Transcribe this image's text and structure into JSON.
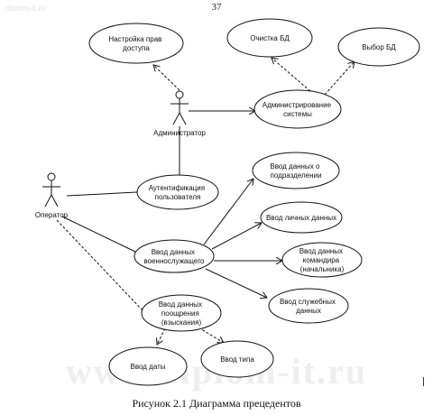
{
  "page_number": "37",
  "watermark_small": "diplom-it.ru",
  "watermark_large": "www.diplom-it.ru",
  "caption": "Рисунок 2.1 Диаграмма прецедентов",
  "actors": {
    "admin": "Администратор",
    "operator": "Оператор"
  },
  "use_cases": {
    "access_settings": [
      "Настройка прав",
      "доступа"
    ],
    "clear_db": [
      "Очистка БД"
    ],
    "select_db": [
      "Выбор БД"
    ],
    "administration": [
      "Администрирование",
      "системы"
    ],
    "authentication": [
      "Аутентификация",
      "пользователя"
    ],
    "unit_data": [
      "Ввод данных о",
      "подразделении"
    ],
    "personal_data": [
      "Ввод личных данных"
    ],
    "command_data": [
      "Ввод данных",
      "командира",
      "(начальника)"
    ],
    "service_data": [
      "Ввод служебных",
      "данных"
    ],
    "soldier_data": [
      "Ввод данных",
      "военнослужащего"
    ],
    "reward_data": [
      "Ввод данных",
      "поощрения",
      "(взыскания)"
    ],
    "date_input": [
      "Ввод даты"
    ],
    "type_input": [
      "Ввод типа"
    ]
  }
}
